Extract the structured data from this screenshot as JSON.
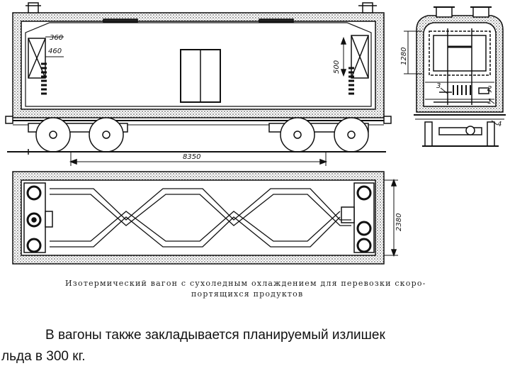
{
  "dimensions": {
    "d360": "360",
    "d460": "460",
    "d500": "500",
    "d8350": "8350",
    "d1280": "1280",
    "d2380": "2380"
  },
  "callouts": {
    "n1": "1",
    "n2": "2",
    "n3": "3",
    "n4": "4"
  },
  "caption": {
    "line1": "Изотермический вагон с сухоледным охлаждением для перевозки скоро-",
    "line2": "портящихся продуктов"
  },
  "text": {
    "line1": "В вагоны также закладывается планируемый излишек",
    "line2": "льда в 300 кг."
  }
}
